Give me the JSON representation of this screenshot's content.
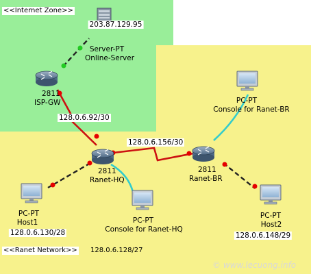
{
  "zones": {
    "internet": {
      "label": "<<Internet Zone>>",
      "color": "#99ee99"
    },
    "ranet": {
      "label": "<<Ranet Network>>",
      "subnet": "128.0.6.128/27",
      "color": "#f7f28c"
    }
  },
  "devices": {
    "server": {
      "ip": "203.87.129.95",
      "model": "Server-PT",
      "name": "Online-Server"
    },
    "isp_router": {
      "model": "2811",
      "name": "ISP-GW"
    },
    "hq_router": {
      "model": "2811",
      "name": "Ranet-HQ"
    },
    "br_router": {
      "model": "2811",
      "name": "Ranet-BR"
    },
    "host1": {
      "model": "PC-PT",
      "name": "Host1",
      "ip": "128.0.6.130/28"
    },
    "host2": {
      "model": "PC-PT",
      "name": "Host2",
      "ip": "128.0.6.148/29"
    },
    "console_hq": {
      "model": "PC-PT",
      "name": "Console for Ranet-HQ"
    },
    "console_br": {
      "model": "PC-PT",
      "name": "Console for Ranet-BR"
    }
  },
  "links": {
    "isp_hq": "128.0.6.92/30",
    "hq_br": "128.0.6.156/30"
  },
  "colors": {
    "serial_link": "#cc1111",
    "ethernet_link": "#222222",
    "console_link": "#33cccc",
    "endpoint_red": "#e60000",
    "endpoint_green": "#22cc22"
  },
  "watermark": "© www.lecuong.info"
}
